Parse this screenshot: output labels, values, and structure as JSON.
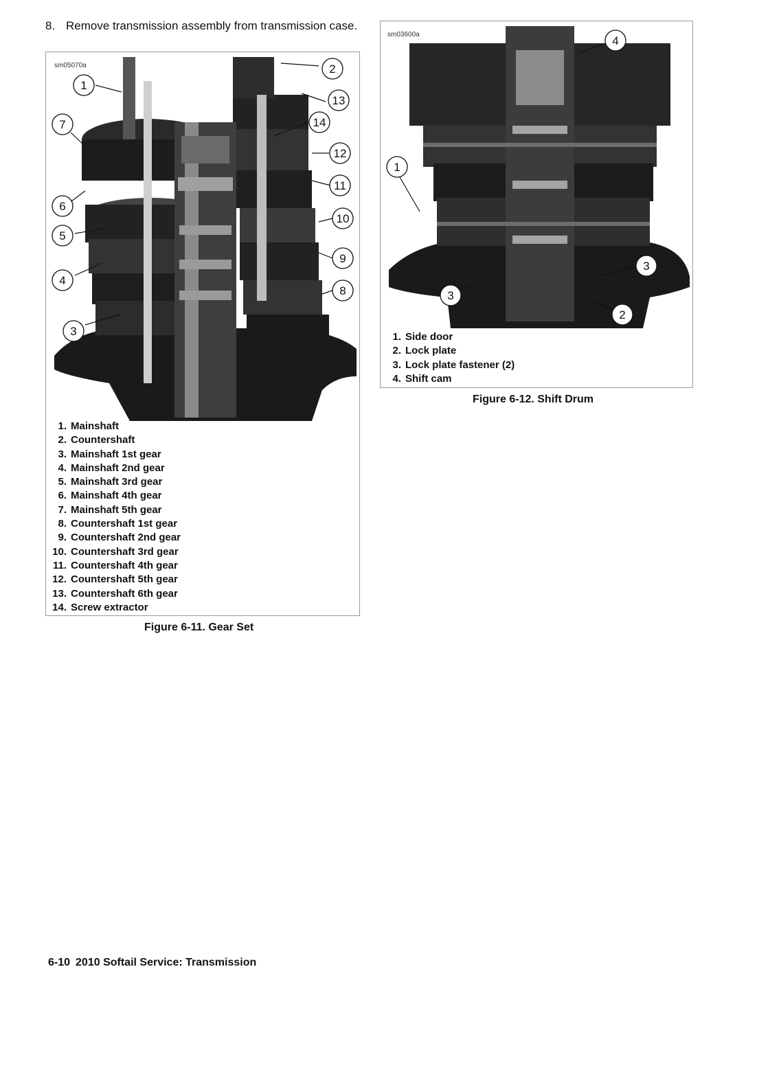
{
  "step": {
    "number": "8.",
    "text": "Remove transmission assembly from transmission case."
  },
  "figure_11": {
    "image_id": "sm05070a",
    "callouts": [
      "1",
      "2",
      "13",
      "7",
      "14",
      "12",
      "11",
      "6",
      "10",
      "5",
      "9",
      "4",
      "8",
      "3"
    ],
    "legend": [
      {
        "n": "1.",
        "label": "Mainshaft"
      },
      {
        "n": "2.",
        "label": "Countershaft"
      },
      {
        "n": "3.",
        "label": "Mainshaft 1st gear"
      },
      {
        "n": "4.",
        "label": "Mainshaft 2nd gear"
      },
      {
        "n": "5.",
        "label": "Mainshaft 3rd gear"
      },
      {
        "n": "6.",
        "label": "Mainshaft 4th gear"
      },
      {
        "n": "7.",
        "label": "Mainshaft 5th gear"
      },
      {
        "n": "8.",
        "label": "Countershaft 1st gear"
      },
      {
        "n": "9.",
        "label": "Countershaft 2nd gear"
      },
      {
        "n": "10.",
        "label": "Countershaft 3rd gear"
      },
      {
        "n": "11.",
        "label": "Countershaft 4th gear"
      },
      {
        "n": "12.",
        "label": "Countershaft 5th gear"
      },
      {
        "n": "13.",
        "label": "Countershaft 6th gear"
      },
      {
        "n": "14.",
        "label": "Screw extractor"
      }
    ],
    "caption": "Figure 6-11. Gear Set"
  },
  "figure_12": {
    "image_id": "sm03600a",
    "callouts": [
      "4",
      "1",
      "3",
      "3",
      "2"
    ],
    "legend": [
      {
        "n": "1.",
        "label": "Side door"
      },
      {
        "n": "2.",
        "label": "Lock plate"
      },
      {
        "n": "3.",
        "label": "Lock plate fastener (2)"
      },
      {
        "n": "4.",
        "label": "Shift cam"
      }
    ],
    "caption": "Figure 6-12. Shift Drum"
  },
  "footer": {
    "page": "6-10",
    "title": "2010 Softail Service: Transmission"
  },
  "colors": {
    "ink": "#111111",
    "photo_dark": "#151515",
    "photo_mid": "#5a5a5a",
    "photo_light": "#c8c8c8"
  }
}
